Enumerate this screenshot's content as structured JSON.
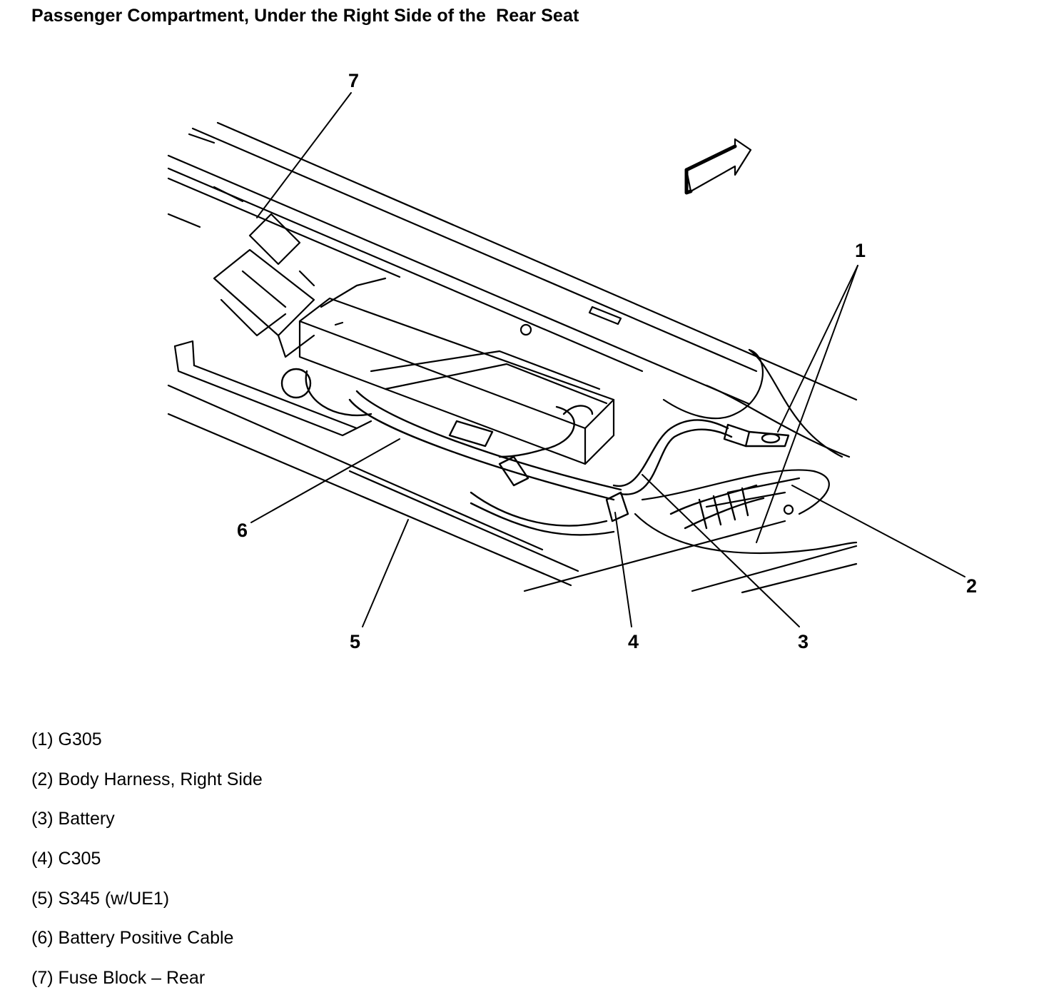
{
  "title": "Passenger Compartment, Under the Right Side of the  Rear Seat",
  "callouts": [
    "1",
    "2",
    "3",
    "4",
    "5",
    "6",
    "7"
  ],
  "legend": [
    {
      "num": "(1)",
      "text": "G305"
    },
    {
      "num": "(2)",
      "text": "Body Harness, Right Side"
    },
    {
      "num": "(3)",
      "text": "Battery"
    },
    {
      "num": "(4)",
      "text": "C305"
    },
    {
      "num": "(5)",
      "text": "S345 (w/UE1)"
    },
    {
      "num": "(6)",
      "text": "Battery Positive Cable"
    },
    {
      "num": "(7)",
      "text": "Fuse Block – Rear"
    }
  ]
}
